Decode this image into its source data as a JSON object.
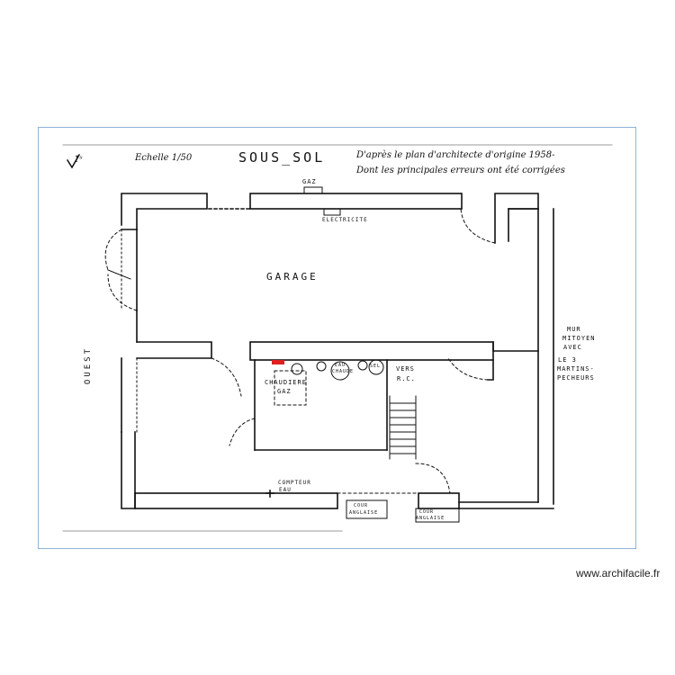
{
  "plan": {
    "north_mark": "1ˢ",
    "scale": "Echelle 1/50",
    "title": "SOUS_SOL",
    "note_line1": "D'après le plan d'architecte d'origine 1958-",
    "note_line2": "Dont les principales erreurs ont été corrigées",
    "gaz_top": "GAZ",
    "electricite": "ELECTRICITE",
    "garage": "GARAGE",
    "ouest": "OUEST",
    "chaudiere_l1": "CHAUDIERE",
    "chaudiere_l2": "GAZ",
    "eau_chaude_l1": "EAU",
    "eau_chaude_l2": "CHAUDE",
    "sel": "SEL",
    "vers_l1": "VERS",
    "vers_l2": "R.C.",
    "compteur_l1": "COMPTEUR",
    "compteur_l2": "EAU",
    "cour_anglaise_1_l1": "COUR",
    "cour_anglaise_1_l2": "ANGLAISE",
    "cour_anglaise_2_l1": "COUR",
    "cour_anglaise_2_l2": "ANGLAISE",
    "mur_l1": "MUR",
    "mur_l2": "MITOYEN",
    "mur_l3": "AVEC",
    "mur_l4": "LE  3",
    "mur_l5": "MARTINS-",
    "mur_l6": "PECHEURS"
  },
  "footer": {
    "site": "www.archifacile.fr"
  },
  "colors": {
    "frame_border": "#8fb3d9",
    "ink": "#111111",
    "marker": "#e02020"
  }
}
